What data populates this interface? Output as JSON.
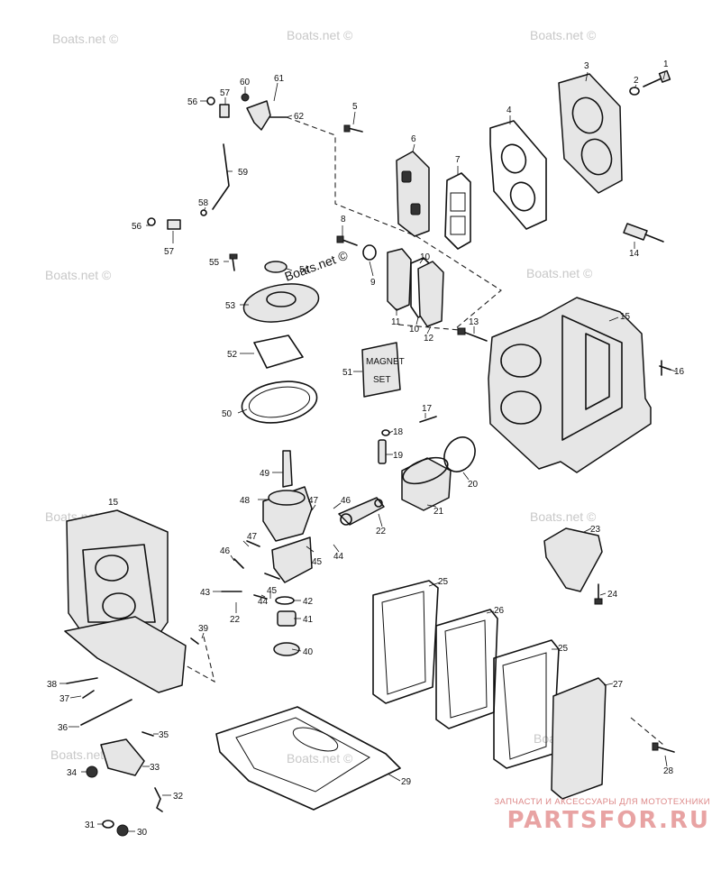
{
  "watermark_text": "Boats.net ©",
  "callouts": {
    "n1": "1",
    "n2": "2",
    "n3": "3",
    "n4": "4",
    "n5": "5",
    "n6": "6",
    "n7": "7",
    "n8": "8",
    "n9": "9",
    "n10a": "10",
    "n10b": "10",
    "n11": "11",
    "n12": "12",
    "n13": "13",
    "n14": "14",
    "n15a": "15",
    "n15b": "15",
    "n16": "16",
    "n17": "17",
    "n18": "18",
    "n19": "19",
    "n20": "20",
    "n21": "21",
    "n22a": "22",
    "n22b": "22",
    "n23": "23",
    "n24": "24",
    "n25a": "25",
    "n25b": "25",
    "n26": "26",
    "n27": "27",
    "n28": "28",
    "n29": "29",
    "n30": "30",
    "n31": "31",
    "n32": "32",
    "n33": "33",
    "n34": "34",
    "n35": "35",
    "n36": "36",
    "n37": "37",
    "n38": "38",
    "n39": "39",
    "n40": "40",
    "n41": "41",
    "n42": "42",
    "n43": "43",
    "n44a": "44",
    "n44b": "44",
    "n45a": "45",
    "n45b": "45",
    "n46a": "46",
    "n46b": "46",
    "n47a": "47",
    "n47b": "47",
    "n48": "48",
    "n49": "49",
    "n50": "50",
    "n51": "51",
    "n52": "52",
    "n53": "53",
    "n54": "54",
    "n55": "55",
    "n56a": "56",
    "n56b": "56",
    "n57a": "57",
    "n57b": "57",
    "n58": "58",
    "n59": "59",
    "n60": "60",
    "n61": "61",
    "n62": "62"
  },
  "magnet_set_label": {
    "line1": "MAGNET",
    "line2": "SET"
  },
  "brand": {
    "tagline": "ЗАПЧАСТИ И АКСЕССУАРЫ ДЛЯ МОТОТЕХНИКИ",
    "logo": "PARTSFOR.RU",
    "logo_color": "#e8a3a3"
  }
}
